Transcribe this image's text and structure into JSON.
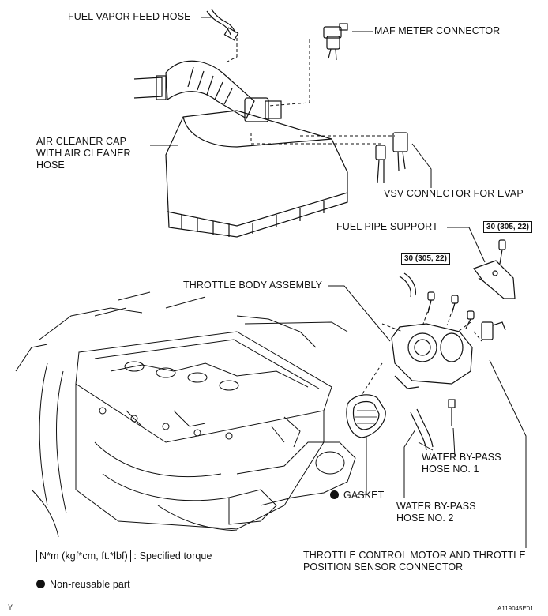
{
  "labels": {
    "fuel_vapor_feed_hose": "FUEL VAPOR FEED HOSE",
    "maf_meter_connector": "MAF METER CONNECTOR",
    "air_cleaner_cap": "AIR CLEANER CAP\nWITH AIR CLEANER\nHOSE",
    "vsv_connector": "VSV CONNECTOR FOR EVAP",
    "fuel_pipe_support": "FUEL PIPE SUPPORT",
    "throttle_body": "THROTTLE BODY ASSEMBLY",
    "gasket": "GASKET",
    "water_bypass_1": "WATER BY-PASS\nHOSE NO. 1",
    "water_bypass_2": "WATER BY-PASS\nHOSE NO. 2",
    "throttle_control": "THROTTLE CONTROL MOTOR AND THROTTLE\nPOSITION SENSOR CONNECTOR"
  },
  "torque_values": {
    "support_bolt": "30 (305, 22)",
    "throttle_bolt": "30 (305, 22)"
  },
  "legend": {
    "torque_unit": "N*m (kgf*cm, ft.*lbf)",
    "torque_desc": ": Specified torque",
    "nonreusable": "Non-reusable part"
  },
  "footer": {
    "corner_mark": "Y",
    "figure_code": "A119045E01"
  }
}
